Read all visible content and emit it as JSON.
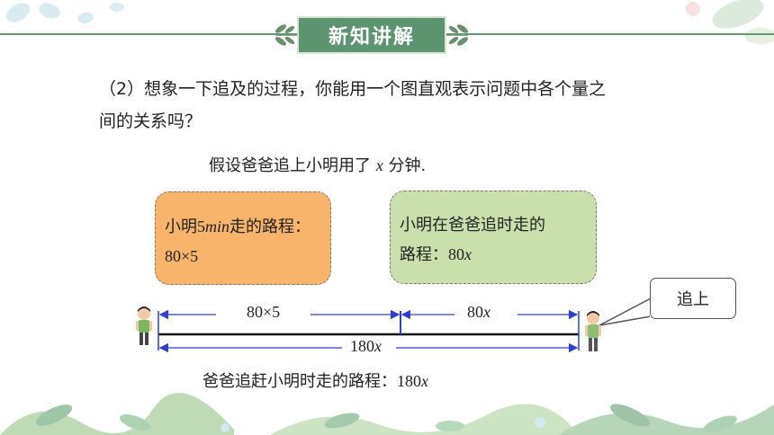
{
  "header": {
    "title": "新知讲解"
  },
  "question": {
    "line1": "（2）想象一下追及的过程，你能用一个图直观表示问题中各个量之",
    "line2": "间的关系吗？"
  },
  "assumption": {
    "prefix": "假设爸爸追上小明用了 ",
    "variable": "x",
    "suffix": " 分钟."
  },
  "box_left": {
    "text1": "小明",
    "num": "5",
    "unit": "min",
    "text2": "走的路程：",
    "line2": "80×5"
  },
  "box_right": {
    "line1": "小明在爸爸追时走的",
    "line2_text": "路程：",
    "line2_num": "80",
    "line2_var": "x"
  },
  "callout": {
    "text": "追上"
  },
  "diagram": {
    "seg1_label": "80×5",
    "seg2_num": "80",
    "seg2_var": "x",
    "total_num": "180",
    "total_var": "x"
  },
  "bottom": {
    "text": "爸爸追赶小明时走的路程：",
    "num": "180",
    "var": "x"
  },
  "colors": {
    "accent_green": "#5d9470",
    "box_orange": "#f7b46a",
    "box_green": "#c9e0ad",
    "arrow_blue": "#2f3fd6"
  },
  "icons": [
    "leaf-ornament-icon",
    "figure-xiaoming-icon",
    "figure-baba-icon",
    "foliage-decoration-icon"
  ]
}
